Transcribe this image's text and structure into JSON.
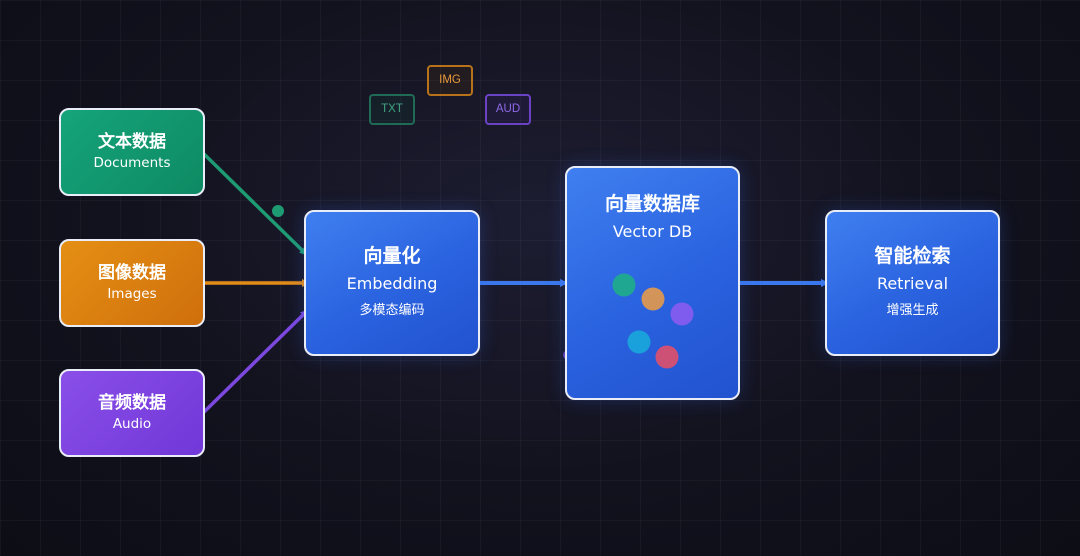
{
  "colors": {
    "text_source": "#15a47a",
    "image_source": "#e58f14",
    "audio_source": "#8a4fe8",
    "process_blue": "#2f6ae6",
    "background": "#11111c",
    "box_border": "#e9edf7"
  },
  "sources": [
    {
      "title": "文本数据",
      "subtitle": "Documents",
      "color": "#15a47a"
    },
    {
      "title": "图像数据",
      "subtitle": "Images",
      "color": "#e58f14"
    },
    {
      "title": "音频数据",
      "subtitle": "Audio",
      "color": "#8a4fe8"
    }
  ],
  "tags": {
    "txt": "TXT",
    "img": "IMG",
    "aud": "AUD"
  },
  "embedding": {
    "title": "向量化",
    "subtitle": "Embedding",
    "description": "多模态编码"
  },
  "vector_db": {
    "title": "向量数据库",
    "subtitle": "Vector DB",
    "dot_colors": [
      "#1fae8a",
      "#e59a4a",
      "#8a5cf0",
      "#18a8dc",
      "#e0506a"
    ]
  },
  "retrieval": {
    "title": "智能检索",
    "subtitle": "Retrieval",
    "description": "增强生成"
  }
}
